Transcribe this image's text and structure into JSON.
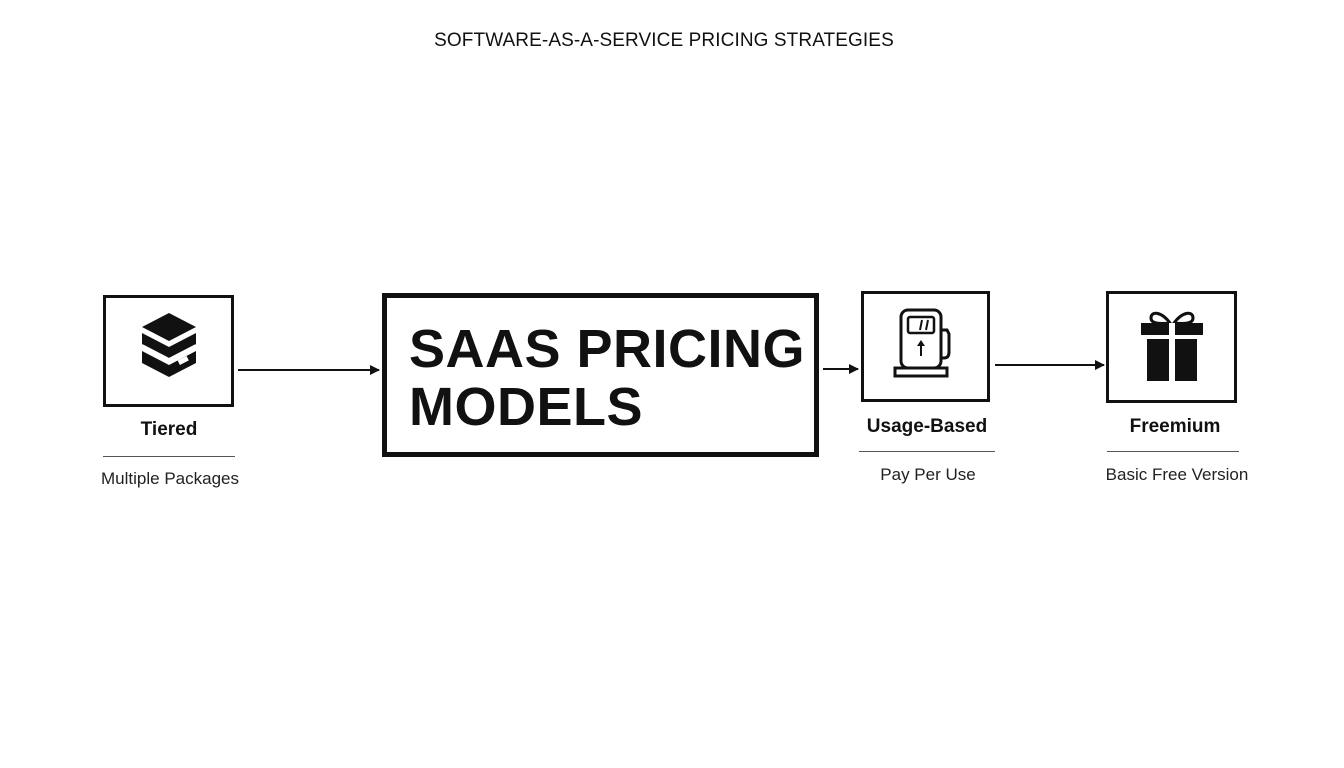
{
  "title": "SOFTWARE-AS-A-SERVICE PRICING STRATEGIES",
  "center": {
    "line1": "SAAS PRICING",
    "line2": "MODELS"
  },
  "nodes": [
    {
      "label": "Tiered",
      "subtitle": "Multiple Packages",
      "icon": "stacked-layers-icon"
    },
    {
      "label": "Usage-Based",
      "subtitle": "Pay Per Use",
      "icon": "fuel-pump-icon"
    },
    {
      "label": "Freemium",
      "subtitle": "Basic Free Version",
      "icon": "gift-icon"
    }
  ],
  "colors": {
    "stroke": "#111111",
    "background": "#ffffff"
  }
}
